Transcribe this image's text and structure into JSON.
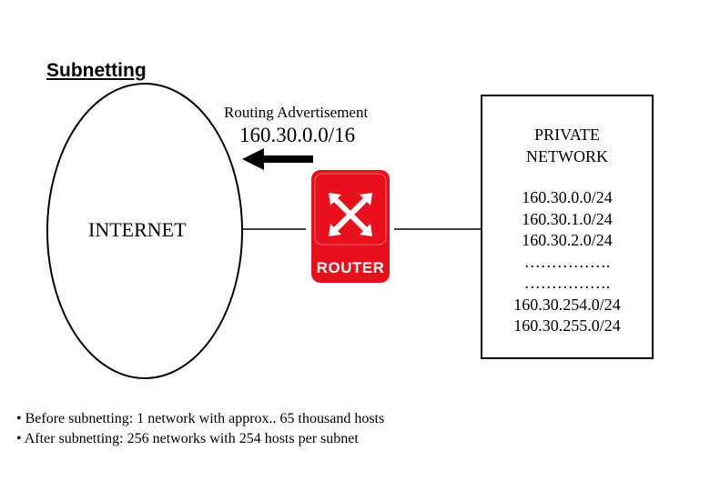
{
  "title": "Subnetting",
  "routing_advertisement": {
    "label": "Routing Advertisement",
    "prefix": "160.30.0.0/16"
  },
  "internet": {
    "label": "INTERNET"
  },
  "router": {
    "label": "ROUTER",
    "color": "#e8101c",
    "icon": "router-arrows-icon"
  },
  "private_network": {
    "title_line1": "PRIVATE",
    "title_line2": "NETWORK",
    "subnets": [
      "160.30.0.0/24",
      "160.30.1.0/24",
      "160.30.2.0/24",
      "…………….",
      "…………….",
      "160.30.254.0/24",
      "160.30.255.0/24"
    ]
  },
  "notes": [
    "• Before subnetting: 1 network with approx.. 65 thousand hosts",
    "• After subnetting: 256 networks with 254 hosts per subnet"
  ]
}
